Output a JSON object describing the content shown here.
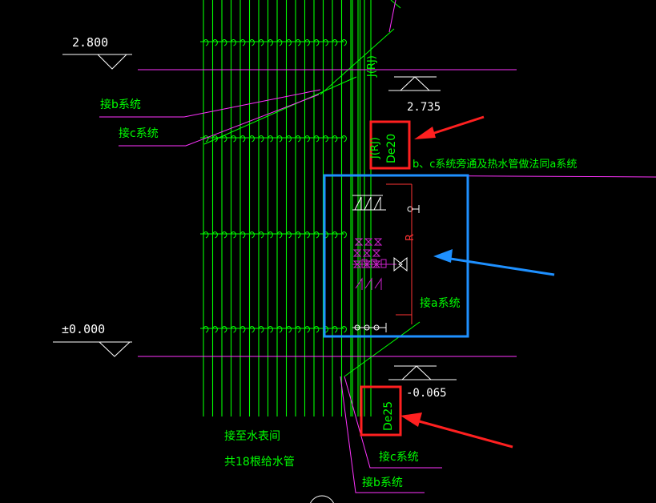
{
  "colors": {
    "background": "#000000",
    "pipe": "#00ff00",
    "leader": "#ff33ff",
    "valve_magenta": "#cc22cc",
    "dim_red": "#ff3333",
    "annotation_red": "#ff2020",
    "annotation_blue": "#1e90ff",
    "text_white": "#ffffff",
    "text_green": "#00ff00"
  },
  "elevations": {
    "top": "2.800",
    "mid_right": "2.735",
    "zero": "±0.000",
    "bottom_right": "-0.065"
  },
  "labels": {
    "connect_b_top": "接b系统",
    "connect_c_top": "接c系统",
    "bc_note": "b、c系统旁通及热水管做法同a系统",
    "connect_a": "接a系统",
    "meter_room": "接至水表间",
    "pipe_count": "共18根给水管",
    "connect_c_bottom": "接c系统",
    "connect_b_bottom": "接b系统",
    "pipe_tag_top": "J(RJ)",
    "pipe_tag_mid_1": "J(RJ)",
    "pipe_tag_mid_2": "De20",
    "pipe_tag_bottom": "De25",
    "dim_letter": "R"
  },
  "icons": {
    "elevation_marker": "triangle-elevation-icon",
    "gate_valve": "bowtie-valve-icon",
    "check_valve": "check-valve-icon",
    "arrow": "arrow-icon"
  }
}
